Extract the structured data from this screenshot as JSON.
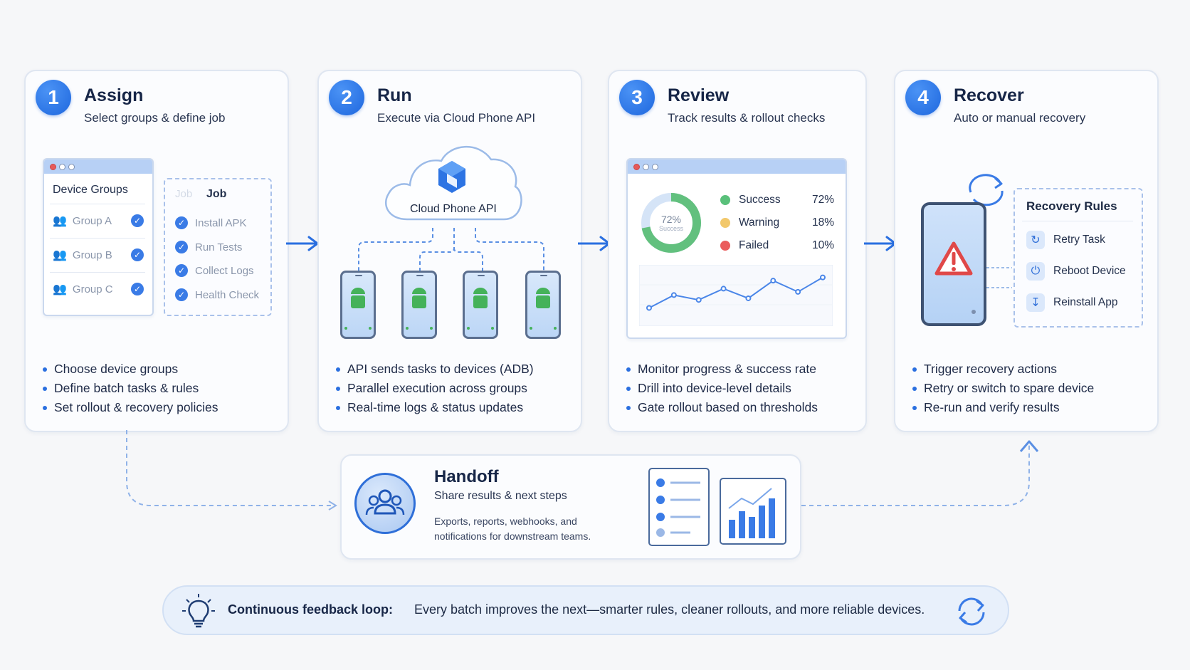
{
  "steps": [
    {
      "number": "1",
      "title": "Assign",
      "subtitle": "Select groups & define job",
      "bullets": [
        "Choose device groups",
        "Define batch tasks & rules",
        "Set rollout & recovery policies"
      ]
    },
    {
      "number": "2",
      "title": "Run",
      "subtitle": "Execute via Cloud Phone API",
      "bullets": [
        "API sends tasks to devices (ADB)",
        "Parallel execution across groups",
        "Real-time logs & status updates"
      ]
    },
    {
      "number": "3",
      "title": "Review",
      "subtitle": "Track results & rollout checks",
      "bullets": [
        "Monitor progress & success rate",
        "Drill into device-level details",
        "Gate rollout based on thresholds"
      ]
    },
    {
      "number": "4",
      "title": "Recover",
      "subtitle": "Auto or manual recovery",
      "bullets": [
        "Trigger recovery actions",
        "Retry or switch to spare device",
        "Re-run and verify results"
      ]
    }
  ],
  "assign": {
    "device_groups_title": "Device Groups",
    "groups": [
      "Group A",
      "Group B",
      "Group C"
    ],
    "job_ghost": "Job",
    "job_title": "Job",
    "job_tasks": [
      "Install APK",
      "Run Tests",
      "Collect Logs",
      "Health Check"
    ]
  },
  "run": {
    "cloud_label": "Cloud Phone API"
  },
  "review": {
    "donut_value": "72%",
    "donut_caption": "Success",
    "donut_fraction": 0.72,
    "legend": [
      {
        "label": "Success",
        "value": "72%",
        "color": "#59c07a"
      },
      {
        "label": "Warning",
        "value": "18%",
        "color": "#f2c86b"
      },
      {
        "label": "Failed",
        "value": "10%",
        "color": "#ea5c5c"
      }
    ],
    "trend": [
      0.12,
      0.28,
      0.22,
      0.36,
      0.24,
      0.46,
      0.32,
      0.5
    ]
  },
  "recover": {
    "rules_title": "Recovery Rules",
    "rules": [
      "Retry Task",
      "Reboot Device",
      "Reinstall App"
    ]
  },
  "handoff": {
    "title": "Handoff",
    "subtitle": "Share results & next steps",
    "description_line1": "Exports, reports, webhooks, and",
    "description_line2": "notifications for downstream teams."
  },
  "feedback": {
    "label": "Continuous feedback loop:",
    "text": "Every batch improves the next—smarter rules, cleaner rollouts, and more reliable devices."
  },
  "colors": {
    "accent": "#2a6fe0",
    "card_border": "#dfe6f1",
    "success": "#59c07a",
    "warning": "#f2c86b",
    "failed": "#ea5c5c"
  }
}
